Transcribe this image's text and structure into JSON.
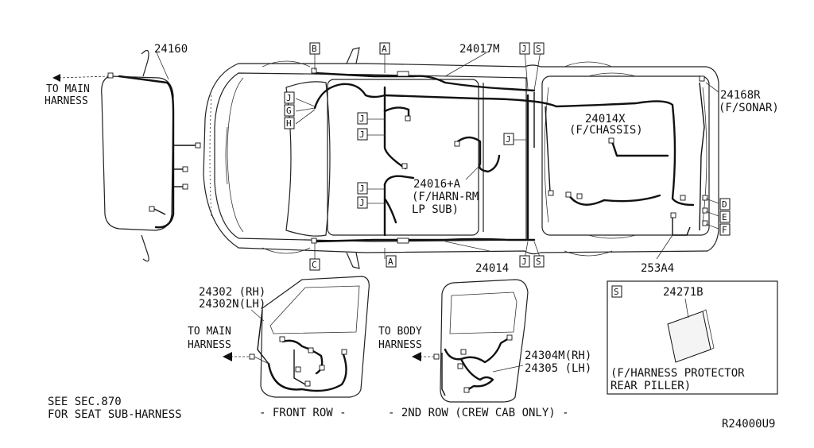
{
  "parts": {
    "p24160": "24160",
    "p24017M": "24017M",
    "p24168R": "24168R",
    "p24168R_sub": "(F/SONAR)",
    "p24014X": "24014X",
    "p24014X_sub": "(F/CHASSIS)",
    "p24016A": "24016+A",
    "p24016A_sub1": "(F/HARN-RM",
    "p24016A_sub2": "LP SUB)",
    "p24014": "24014",
    "p253A4": "253A4",
    "p24302": "24302 (RH)",
    "p24302N": "24302N(LH)",
    "p24304M": "24304M(RH)",
    "p24305": "24305 (LH)",
    "p24271B": "24271B"
  },
  "notes": {
    "to_main_1": "TO MAIN",
    "to_main_2": "HARNESS",
    "to_main_b1": "TO MAIN",
    "to_main_b2": "HARNESS",
    "to_body_1": "TO BODY",
    "to_body_2": "HARNESS",
    "seat_1": "SEE SEC.870",
    "seat_2": "FOR SEAT SUB-HARNESS",
    "front_row": "- FRONT ROW -",
    "second_row": "- 2ND ROW (CREW CAB ONLY) -",
    "protector_1": "(F/HARNESS PROTECTOR",
    "protector_2": "REAR PILLER)",
    "drawing_no": "R24000U9"
  },
  "callouts": {
    "A": "A",
    "B": "B",
    "C": "C",
    "D": "D",
    "E": "E",
    "F": "F",
    "G": "G",
    "H": "H",
    "J": "J",
    "S": "S"
  }
}
